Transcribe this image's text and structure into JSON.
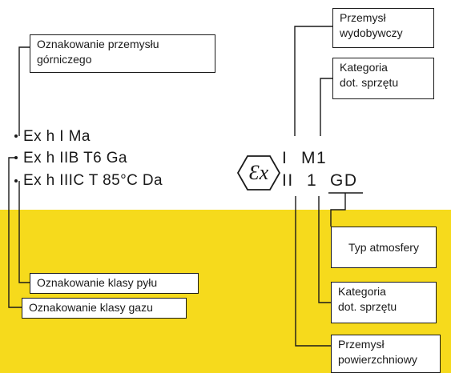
{
  "boxes": {
    "mining_marking": "Oznakowanie przemysłu\ngórniczego",
    "extractive_industry": "Przemysł\nwydobywczy",
    "equipment_category_top": "Kategoria\ndot. sprzętu",
    "atmosphere_type": "Typ atmosfery",
    "equipment_category_bottom": "Kategoria\ndot. sprzętu",
    "surface_industry": "Przemysł\npowierzchniowy",
    "dust_class_marking": "Oznakowanie klasy pyłu",
    "gas_class_marking": "Oznakowanie klasy gazu"
  },
  "codes": {
    "line1": "Ex h I Ma",
    "line2": "Ex h IIB T6 Ga",
    "line3": "Ex h IIIC T 85°C Da"
  },
  "atex": {
    "symbol": "Ɛx",
    "group_mining": "I",
    "category_mining": "M1",
    "group_surface": "II",
    "category_surface": "1",
    "atmosphere": "GD"
  },
  "colors": {
    "background": "#ffffff",
    "band": "#f6da1c",
    "line": "#1a1a1a"
  },
  "icons": [
    "ex-hexagon-icon"
  ]
}
